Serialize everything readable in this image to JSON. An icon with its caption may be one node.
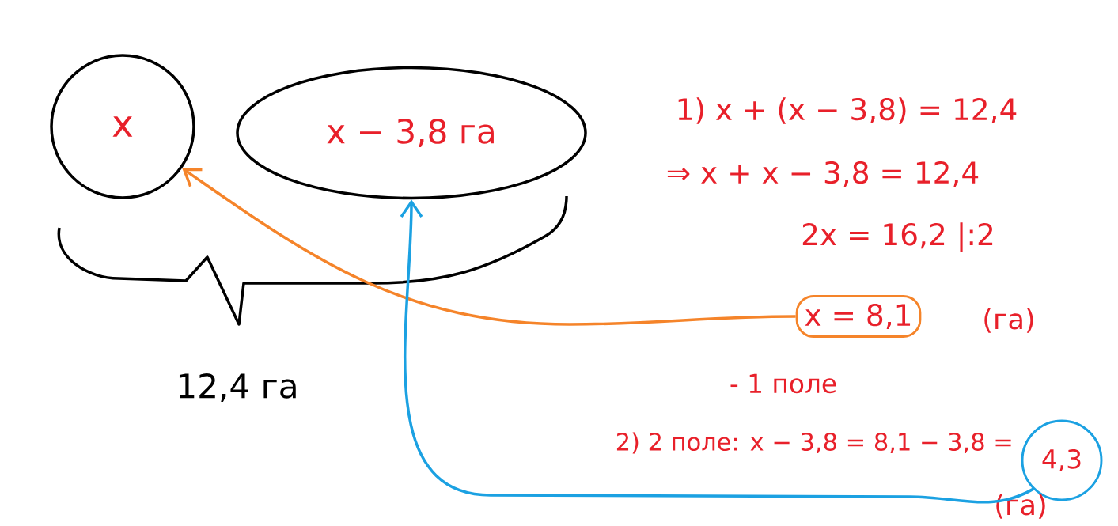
{
  "diagram": {
    "nodes": [
      {
        "text": [
          "x"
        ]
      },
      {
        "text": [
          "x − 3,8 га"
        ]
      },
      {
        "text": [
          "x = 8,1"
        ],
        "beside": [
          "(га)"
        ]
      },
      {
        "text": [
          "4,3"
        ],
        "beside": [
          "(га)"
        ]
      }
    ],
    "edges": [
      {
        "from": 2,
        "to": 0,
        "arrow": "to",
        "color": "#f5842a"
      },
      {
        "from": 3,
        "to": 1,
        "arrow": "to",
        "color": "#1ba1e2"
      }
    ],
    "labels": [
      "12,4 га",
      "1) x + (x − 3,8) = 12,4",
      "⇒ x + x − 3,8 = 12,4",
      "2x = 16,2 |:2",
      "- 1 поле",
      "2) 2 поле: x − 3,8 = 8,1 − 3,8 ="
    ]
  }
}
